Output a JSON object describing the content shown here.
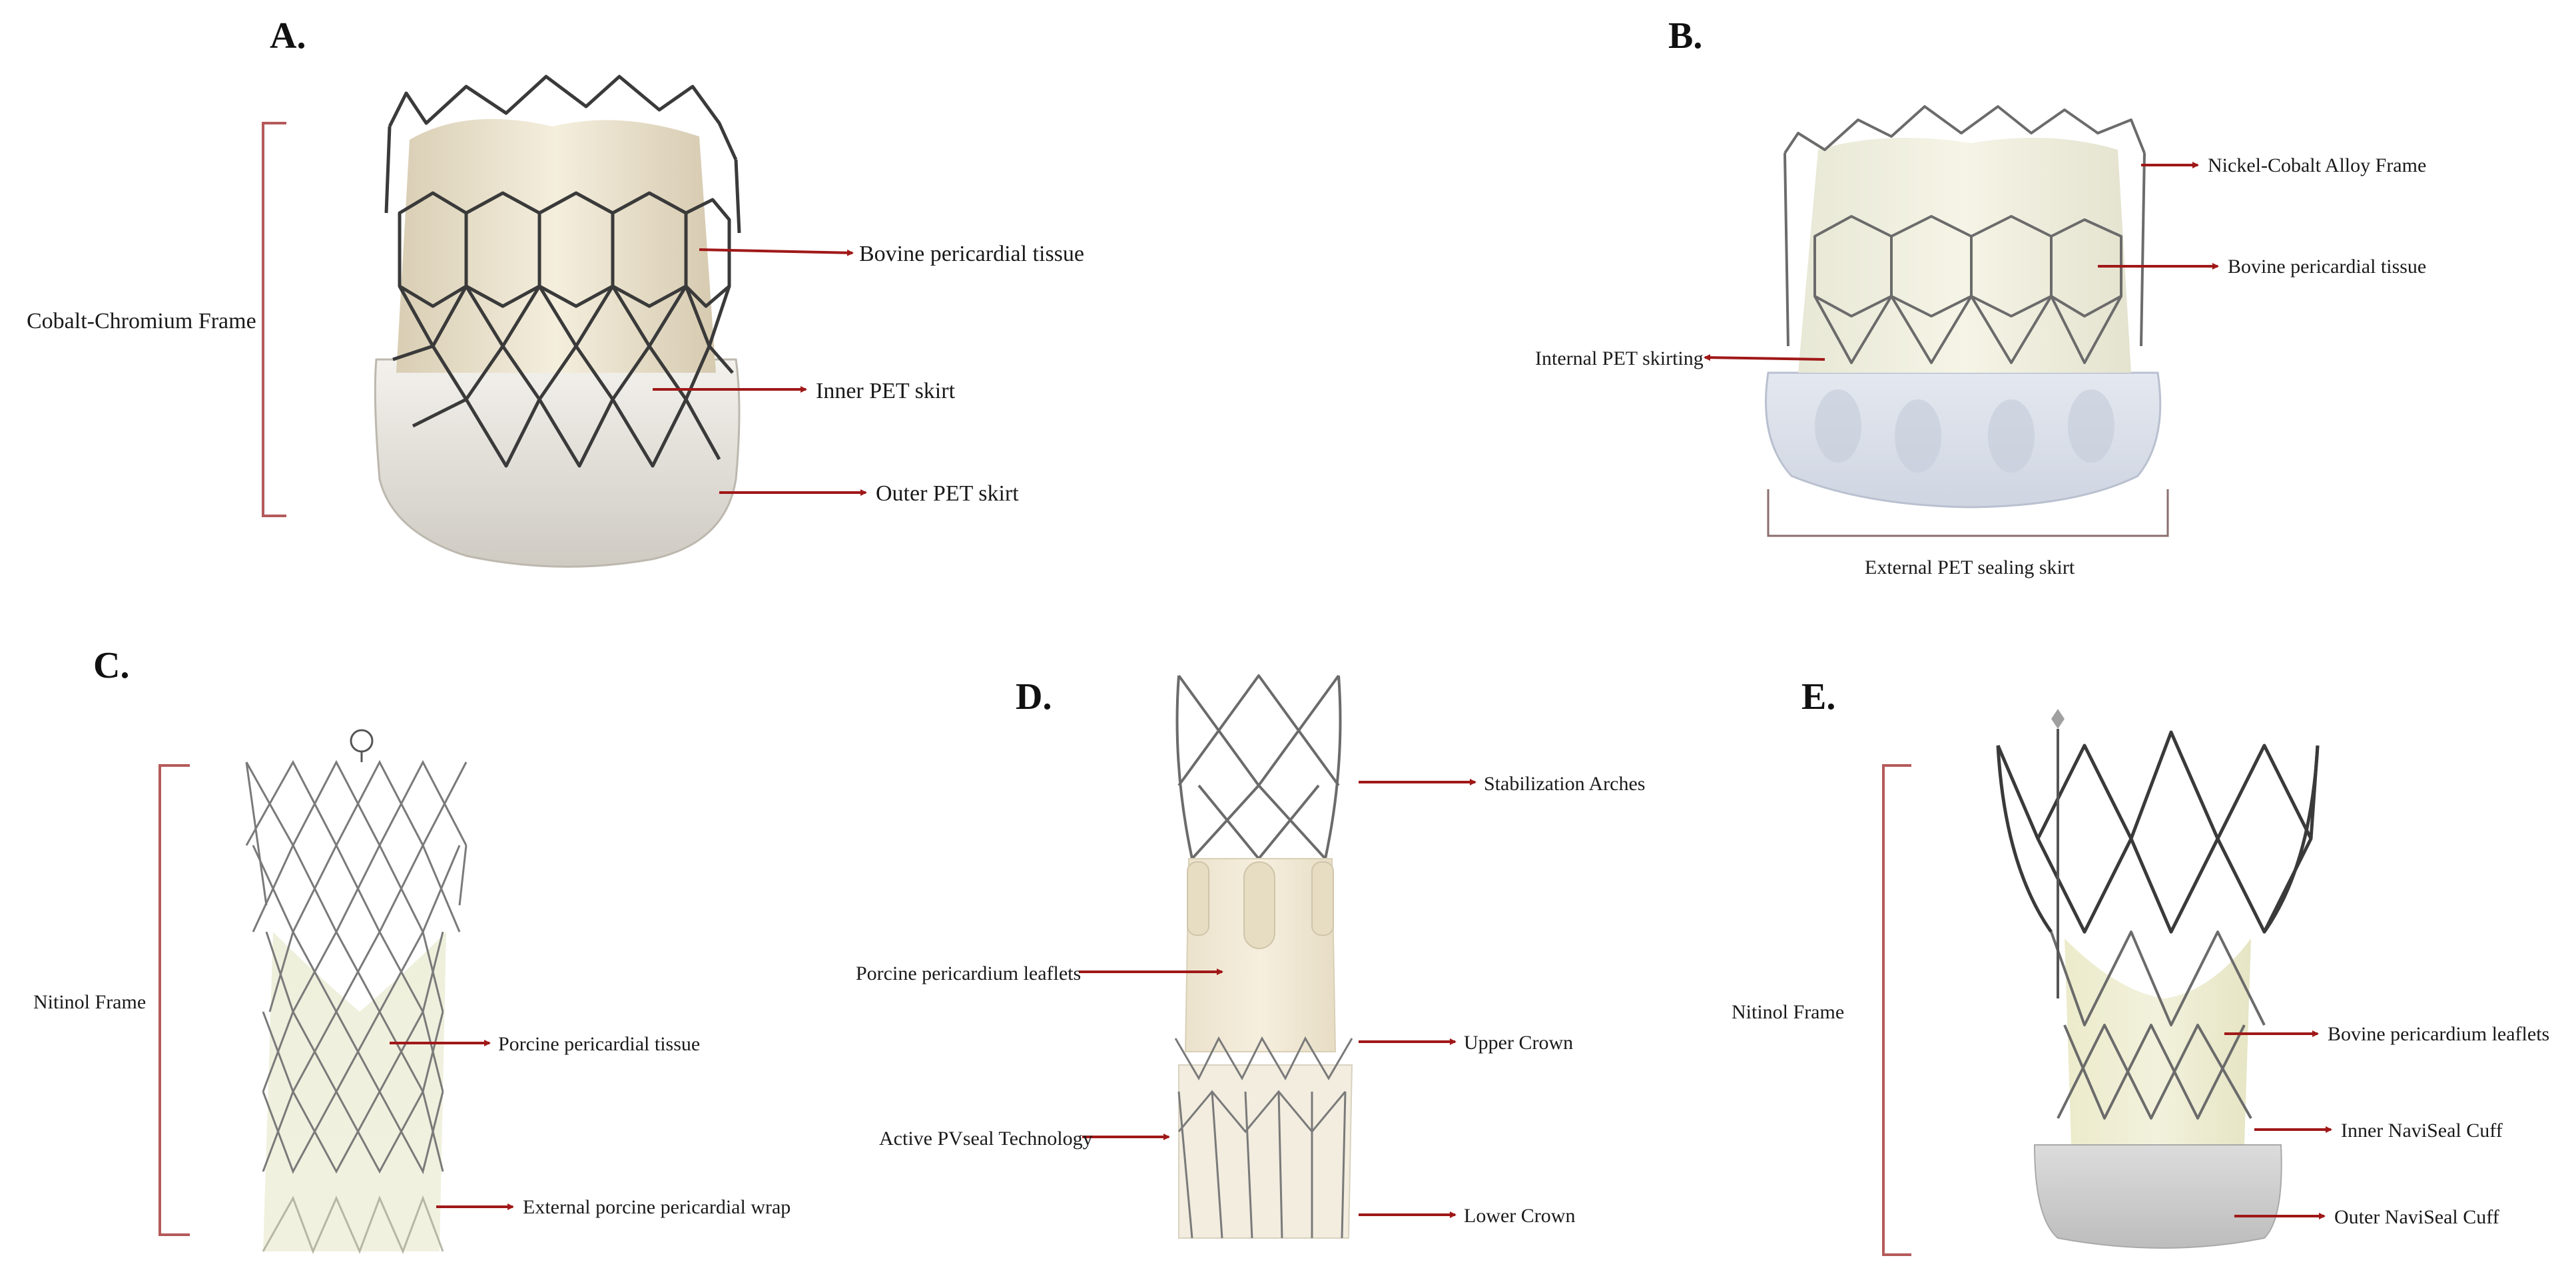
{
  "panels": {
    "a": {
      "letter": "A.",
      "frame_label": "Cobalt-Chromium Frame",
      "labels": [
        "Bovine pericardial tissue",
        "Inner PET skirt",
        "Outer PET skirt"
      ]
    },
    "b": {
      "letter": "B.",
      "labels": [
        "Nickel-Cobalt Alloy Frame",
        "Bovine pericardial tissue",
        "Internal PET skirting"
      ],
      "bottom_label": "External PET sealing skirt"
    },
    "c": {
      "letter": "C.",
      "frame_label": "Nitinol Frame",
      "labels": [
        "Porcine pericardial tissue",
        "External porcine pericardial wrap"
      ]
    },
    "d": {
      "letter": "D.",
      "labels": [
        "Stabilization Arches",
        "Porcine pericardium leaflets",
        "Upper Crown",
        "Active PVseal Technology",
        "Lower Crown"
      ]
    },
    "e": {
      "letter": "E.",
      "frame_label": "Nitinol Frame",
      "labels": [
        "Bovine pericardium leaflets",
        "Inner NaviSeal Cuff",
        "Outer NaviSeal Cuff"
      ]
    }
  },
  "colors": {
    "arrow": "#a01818",
    "bracket": "#b55a5a",
    "tissue": "#efe7d2",
    "skirt": "#e9e9ea"
  }
}
